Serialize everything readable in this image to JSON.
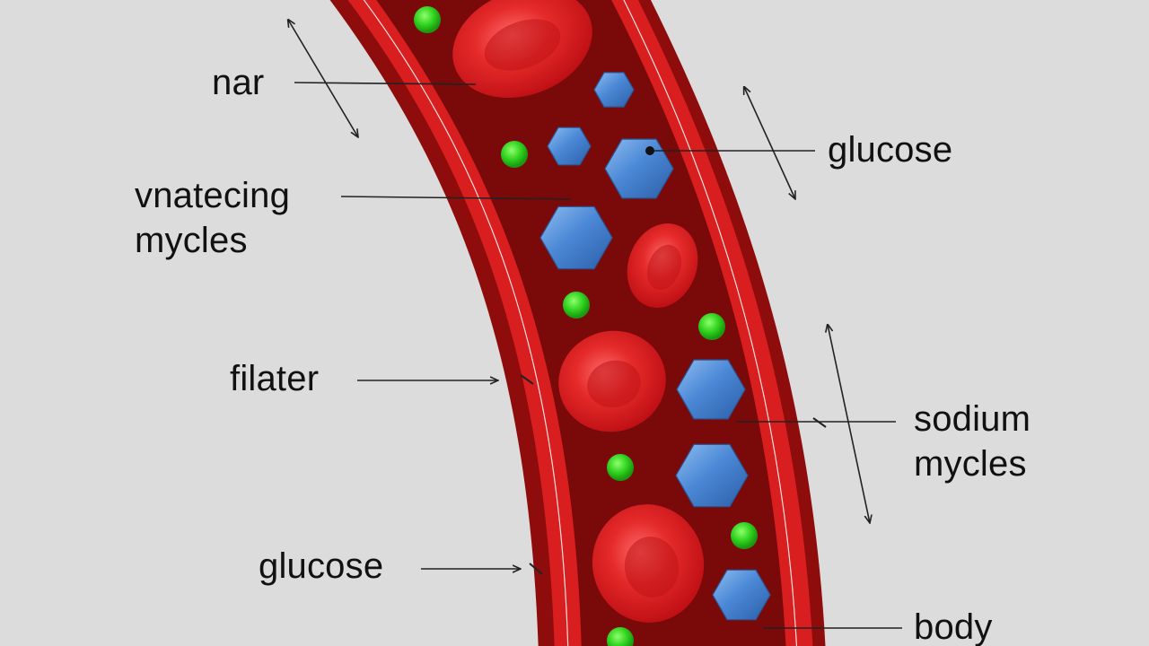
{
  "labels": {
    "nar": "nar",
    "vnatecing_line1": "vnatecing",
    "vnatecing_line2": "mycles",
    "filater": "filater",
    "glucose_left": "glucose",
    "glucose_right": "glucose",
    "sodium_line1": "sodium",
    "sodium_line2": "mycles",
    "body": "body"
  },
  "colors": {
    "background": "#dcdcdc",
    "vessel_outer": "#8e0c0c",
    "vessel_wall": "#d81e1e",
    "vessel_lumen": "#7a0a0a",
    "red_blood_cell": "#e8232a",
    "glucose_hexagon": "#3f7ccc",
    "molecule_dot": "#2fd11e",
    "leader_line": "#222222"
  },
  "icons": {
    "red_cell": "red-blood-cell-icon",
    "hexagon": "glucose-hexagon-icon",
    "dot": "green-molecule-dot-icon",
    "double_arrow": "double-headed-arrow-icon"
  }
}
